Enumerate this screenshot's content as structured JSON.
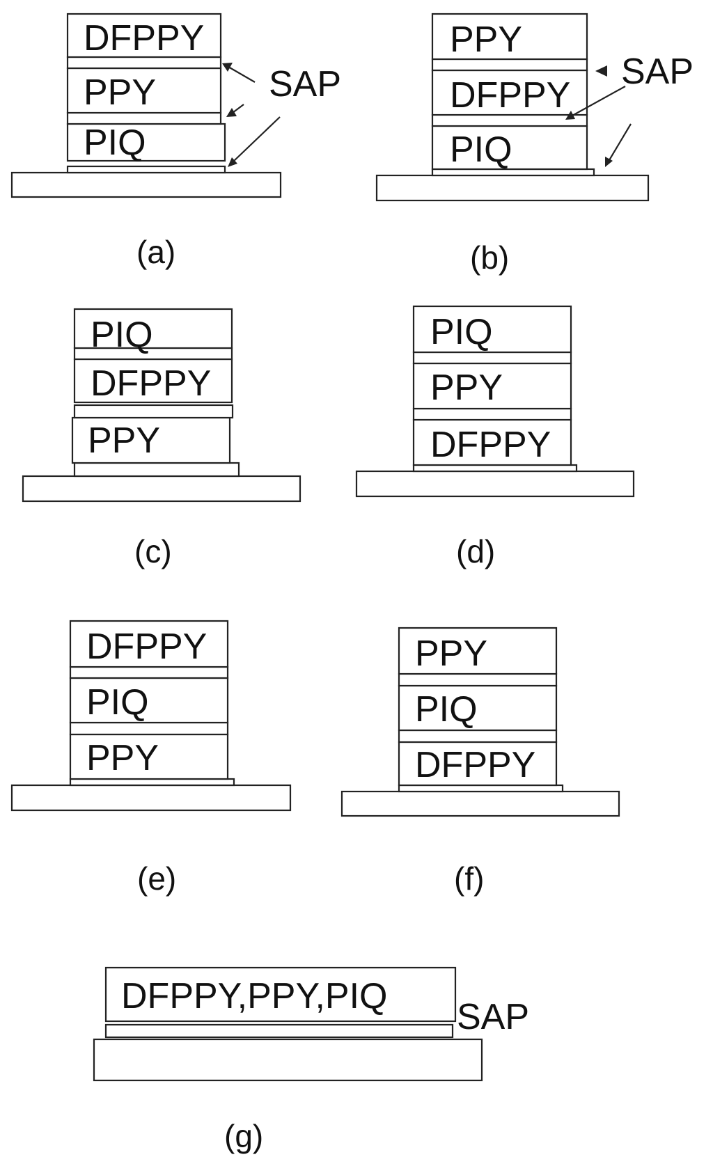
{
  "panels": [
    {
      "id": "a",
      "caption": "(a)",
      "layers": [
        "DFPPY",
        "PPY",
        "PIQ"
      ],
      "callout": "SAP"
    },
    {
      "id": "b",
      "caption": "(b)",
      "layers": [
        "PPY",
        "DFPPY",
        "PIQ"
      ],
      "callout": "SAP"
    },
    {
      "id": "c",
      "caption": "(c)",
      "layers": [
        "PIQ",
        "DFPPY",
        "PPY"
      ]
    },
    {
      "id": "d",
      "caption": "(d)",
      "layers": [
        "PIQ",
        "PPY",
        "DFPPY"
      ]
    },
    {
      "id": "e",
      "caption": "(e)",
      "layers": [
        "DFPPY",
        "PIQ",
        "PPY"
      ]
    },
    {
      "id": "f",
      "caption": "(f)",
      "layers": [
        "PPY",
        "PIQ",
        "DFPPY"
      ]
    },
    {
      "id": "g",
      "caption": "(g)",
      "layers": [
        "DFPPY,PPY,PIQ"
      ],
      "callout": "SAP"
    }
  ]
}
